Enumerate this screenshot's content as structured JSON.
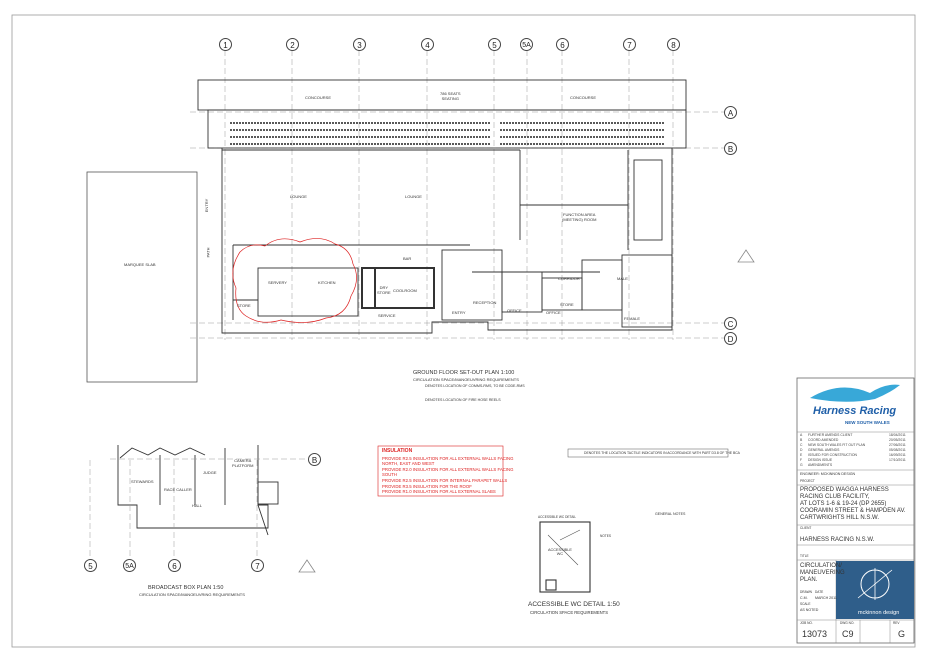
{
  "grid_top": [
    "1",
    "2",
    "3",
    "4",
    "5",
    "5A",
    "6",
    "7",
    "8"
  ],
  "grid_side": [
    "A",
    "B",
    "C",
    "D"
  ],
  "broadcast_grid": [
    "5",
    "5A",
    "6",
    "7"
  ],
  "broadcast_side": "B",
  "rooms": {
    "concourse": "CONCOURSE",
    "seating": "786 SEATS\nSEATING",
    "lounge": "LOUNGE",
    "function_area": "FUNCTION AREA\n(MEETING) ROOM",
    "kitchen": "KITCHEN",
    "servery": "SERVERY",
    "store": "STORE",
    "bar": "BAR",
    "coolroom": "COOLROOM",
    "dry_store": "DRY\nSTORE",
    "service": "SERVICE",
    "entry": "ENTRY",
    "reception": "RECEPTION",
    "office": "OFFICE",
    "corridor": "CORRIDOR",
    "male": "MALE",
    "female": "FEMALE",
    "marquee_slab": "MARQUEE SLAB",
    "stewards": "STEWARDS",
    "race_caller": "RACE CALLER",
    "judge": "JUDGE",
    "camera_platform": "CAMERA\nPLATFORM",
    "hall": "HALL",
    "accessible_wc": "ACCESSIBLE\nWC",
    "path": "PATH",
    "entry_side": "ENTRY"
  },
  "plan_titles": {
    "ground_floor": "GROUND FLOOR SET-OUT PLAN 1:100",
    "ground_floor_sub": "CIRCULATION SPACE/MANOEUVRING REQUIREMENTS",
    "broadcast": "BROADCAST BOX PLAN 1:50",
    "broadcast_sub": "CIRCULATION SPACE/MANOEUVRING REQUIREMENTS",
    "accessible": "ACCESSIBLE WC DETAIL 1:50",
    "accessible_sub": "CIRCULATION SPACE REQUIREMENTS"
  },
  "legend": {
    "line1": "DENOTES LOCATION OF COMMS-RMS, TO BE CODE-RMS",
    "line2": "DENOTES LOCATION OF FIRE HOSE REELS",
    "tactile": "DENOTES THE LOCATION TACTILE INDICATORS IN ACCORDANCE WITH PART D3.8 OF THE BCA"
  },
  "insulation": {
    "heading": "INSULATION",
    "lines": [
      "PROVIDE R2.5 INSULATION FOR ALL EXTERNAL WALLS FACING",
      "NORTH, EAST AND WEST",
      "PROVIDE R2.0 INSULATION FOR ALL EXTERNAL WALLS FACING",
      "SOUTH",
      "PROVIDE R2.5 INSULATION FOR INTERNAL PARAPET WALLS",
      "PROVIDE R3.5 INSULATION FOR THE ROOF",
      "PROVIDE R1.0 INSULATION FOR ALL EXTERNAL SLABS"
    ]
  },
  "title_block": {
    "logo_name": "Harness Racing",
    "logo_sub": "NEW SOUTH WALES",
    "revisions": [
      {
        "rev": "A",
        "desc": "FURTHER AMENDS CLIENT",
        "date": "18/04/2011"
      },
      {
        "rev": "B",
        "desc": "COORD AMENDED",
        "date": "20/05/2011"
      },
      {
        "rev": "C",
        "desc": "NEW SOUTH WALES FIT OUT PLAN",
        "date": "27/06/2011"
      },
      {
        "rev": "D",
        "desc": "GENERAL AMENDS",
        "date": "05/08/2011"
      },
      {
        "rev": "E",
        "desc": "ISSUED FOR CONSTRUCTION",
        "date": "16/09/2011"
      },
      {
        "rev": "F",
        "desc": "DESIGN ISSUE",
        "date": "17/10/2011"
      },
      {
        "rev": "G",
        "desc": "AMENDMENTS",
        "date": ""
      }
    ],
    "engineer": "ENGINEER: MCKINNON DESIGN",
    "project_label": "PROJECT",
    "project": [
      "PROPOSED WAGGA HARNESS",
      "RACING CLUB FACILITY,",
      "AT LOTS 1-6 & 19-24 (DP 2655)",
      "COORAMIN STREET & HAMPDEN AV.",
      "CARTWRIGHTS HILL    N.S.W."
    ],
    "client_label": "CLIENT",
    "client": "HARNESS RACING N.S.W.",
    "title_label": "TITLE",
    "title": [
      "CIRCULATION/",
      "MANEUVERING",
      "PLAN."
    ],
    "drawn_label": "DRAWN",
    "drawn": "C.M.",
    "date_label": "DATE",
    "date": "MARCH 2011",
    "scale_label": "SCALE",
    "scale": "AS NOTED",
    "firm": "mckinnon design",
    "job_label": "JOB NO.",
    "job": "13073",
    "dwg_label": "DWG NO.",
    "dwg": "C9",
    "rev_label": "REV",
    "rev": "G"
  },
  "notes_heading": "GENERAL NOTES",
  "wc_notes": [
    "ACCESSIBLE WC DETAIL",
    "NOTES"
  ],
  "colors": {
    "line": "#333333",
    "red": "#dd2222",
    "logo_blue": "#1f5fa8",
    "logo_cyan": "#38a8d8",
    "firm_blue": "#2f5e8a"
  }
}
